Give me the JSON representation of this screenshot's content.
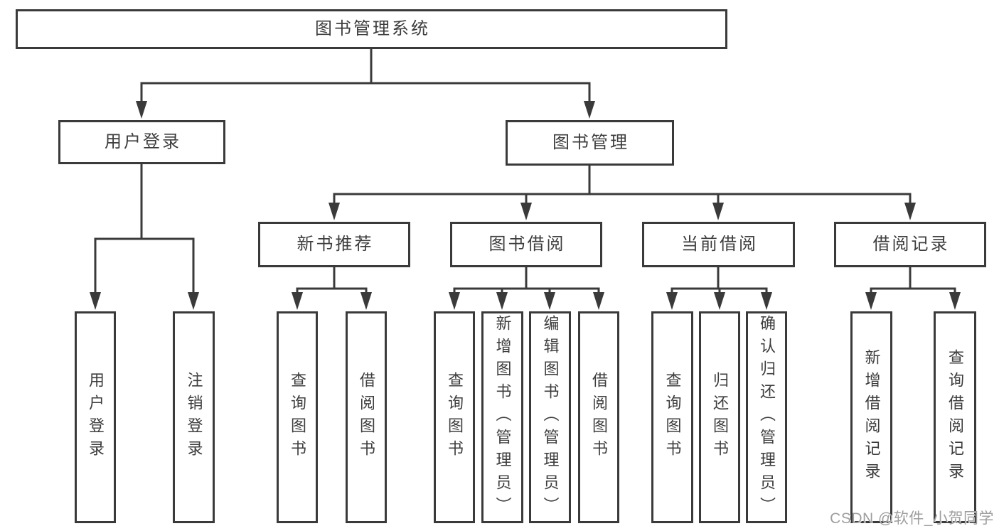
{
  "diagram": {
    "title": "图书管理系统",
    "tree": {
      "root": {
        "label": "图书管理系统",
        "children": [
          {
            "label": "用户登录",
            "children": [
              {
                "label": "用户登录"
              },
              {
                "label": "注销登录"
              }
            ]
          },
          {
            "label": "图书管理",
            "children": [
              {
                "label": "新书推荐",
                "children": [
                  {
                    "label": "查询图书"
                  },
                  {
                    "label": "借阅图书"
                  }
                ]
              },
              {
                "label": "图书借阅",
                "children": [
                  {
                    "label": "查询图书"
                  },
                  {
                    "label": "新增图书（管理员）"
                  },
                  {
                    "label": "编辑图书（管理员）"
                  },
                  {
                    "label": "借阅图书"
                  }
                ]
              },
              {
                "label": "当前借阅",
                "children": [
                  {
                    "label": "查询图书"
                  },
                  {
                    "label": "归还图书"
                  },
                  {
                    "label": "确认归还（管理员）"
                  }
                ]
              },
              {
                "label": "借阅记录",
                "children": [
                  {
                    "label": "新增借阅记录"
                  },
                  {
                    "label": "查询借阅记录"
                  }
                ]
              }
            ]
          }
        ]
      }
    },
    "colors": {
      "line": "#3a3a3a",
      "text": "#3d3d3d",
      "background": "#ffffff",
      "watermark_text_color": "#9e9e9e"
    }
  },
  "watermark": {
    "text": "CSDN @软件_小贺同学"
  }
}
